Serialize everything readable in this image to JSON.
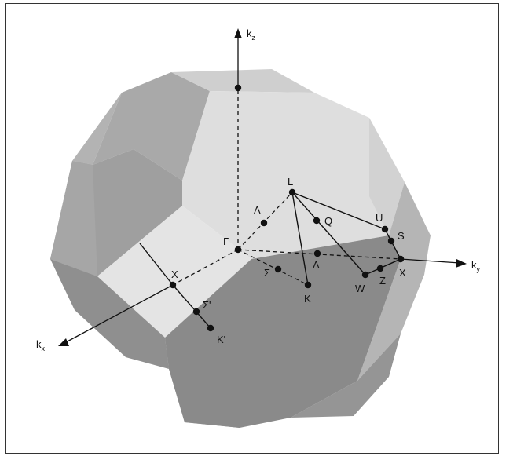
{
  "axes": {
    "kz": {
      "base": "k",
      "sub": "z"
    },
    "ky": {
      "base": "k",
      "sub": "y"
    },
    "kx": {
      "base": "k",
      "sub": "x"
    }
  },
  "points": {
    "gamma": "Γ",
    "L": "L",
    "lambda": "Λ",
    "Q": "Q",
    "U": "U",
    "S": "S",
    "X_right": "X",
    "Z": "Z",
    "W": "W",
    "K": "K",
    "sigma": "Σ",
    "delta": "Δ",
    "X_left": "X",
    "sigma_prime": "Σ'",
    "K_prime": "K'"
  },
  "colors": {
    "face_light": "#dcdcdc",
    "face_lighter": "#e6e6e6",
    "face_mid": "#a8a8a8",
    "face_dark": "#8c8c8c",
    "face_side": "#b8b8b8",
    "line": "#111111"
  }
}
